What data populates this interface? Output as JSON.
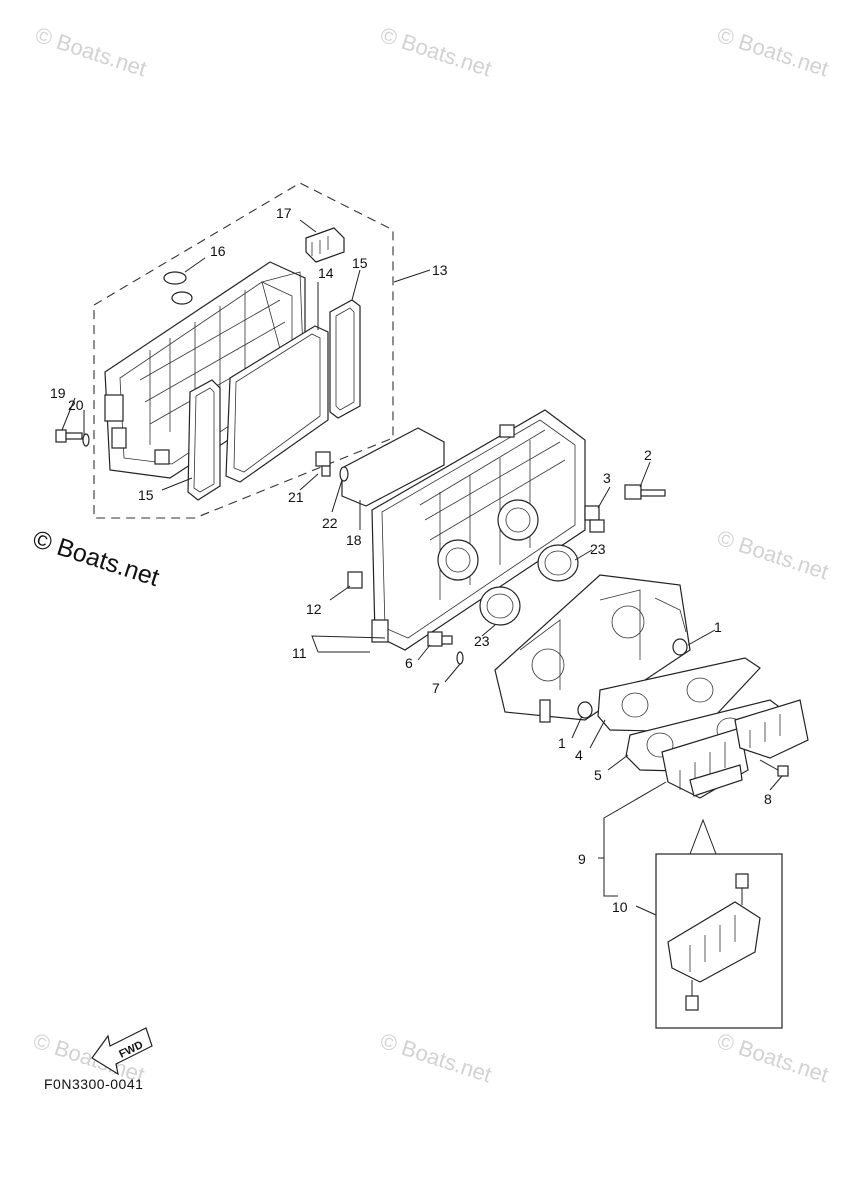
{
  "watermarks": {
    "faint": "© Boats.net",
    "strong": "© Boats.net"
  },
  "callouts": {
    "c1a": "1",
    "c1b": "1",
    "c2": "2",
    "c3": "3",
    "c4": "4",
    "c5": "5",
    "c6": "6",
    "c7": "7",
    "c8": "8",
    "c9": "9",
    "c10": "10",
    "c11": "11",
    "c12": "12",
    "c13": "13",
    "c14": "14",
    "c15a": "15",
    "c15b": "15",
    "c16": "16",
    "c17": "17",
    "c18": "18",
    "c19": "19",
    "c20": "20",
    "c21": "21",
    "c22": "22",
    "c23a": "23",
    "c23b": "23"
  },
  "fwd_label": "FWD",
  "figure_code": "F0N3300-0041",
  "colors": {
    "line": "#222222",
    "watermark": "#d2d2d2",
    "background": "#ffffff"
  }
}
